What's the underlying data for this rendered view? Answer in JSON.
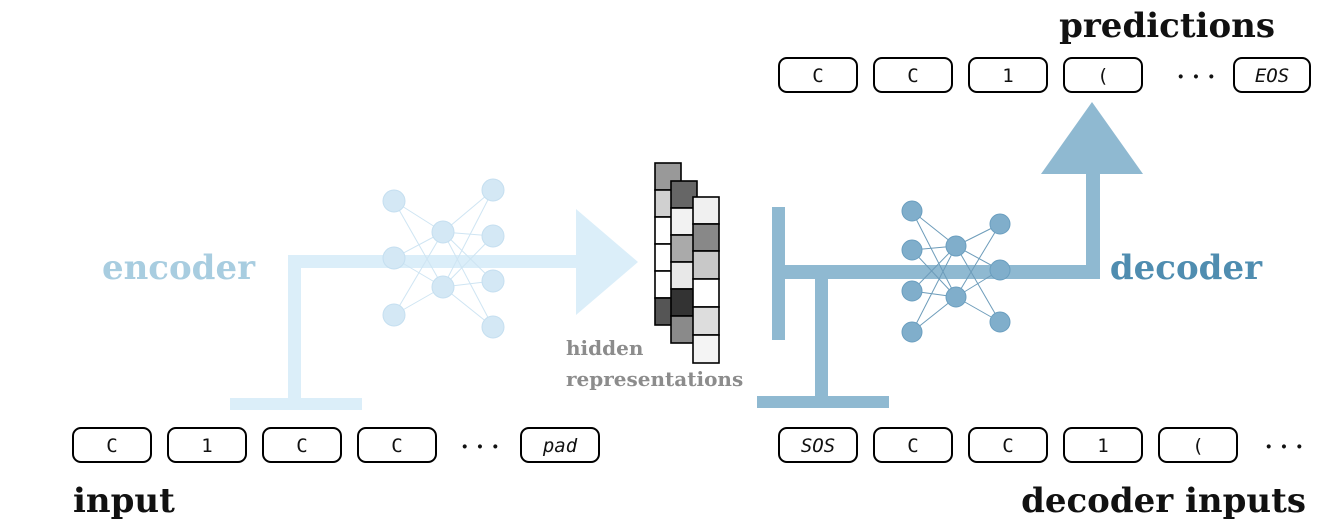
{
  "labels": {
    "predictions": "predictions",
    "encoder": "encoder",
    "decoder": "decoder",
    "hidden_1": "hidden",
    "hidden_2": "representations",
    "input": "input",
    "decoder_inputs": "decoder inputs",
    "ellipsis": "· · ·"
  },
  "tokens": {
    "predictions": [
      "C",
      "C",
      "1",
      "(",
      "EOS"
    ],
    "input": [
      "C",
      "1",
      "C",
      "C",
      "pad"
    ],
    "decoder_inputs": [
      "SOS",
      "C",
      "C",
      "1",
      "("
    ]
  },
  "colors": {
    "encoder_arrow": "#dbeef9",
    "encoder_node": "#d4e8f5",
    "encoder_label": "#a8cde0",
    "decoder_arrow": "#8fb9d1",
    "decoder_node": "#80aecb",
    "decoder_label": "#4f8db0",
    "hidden_label": "#8c8c8c",
    "text": "#111111"
  }
}
